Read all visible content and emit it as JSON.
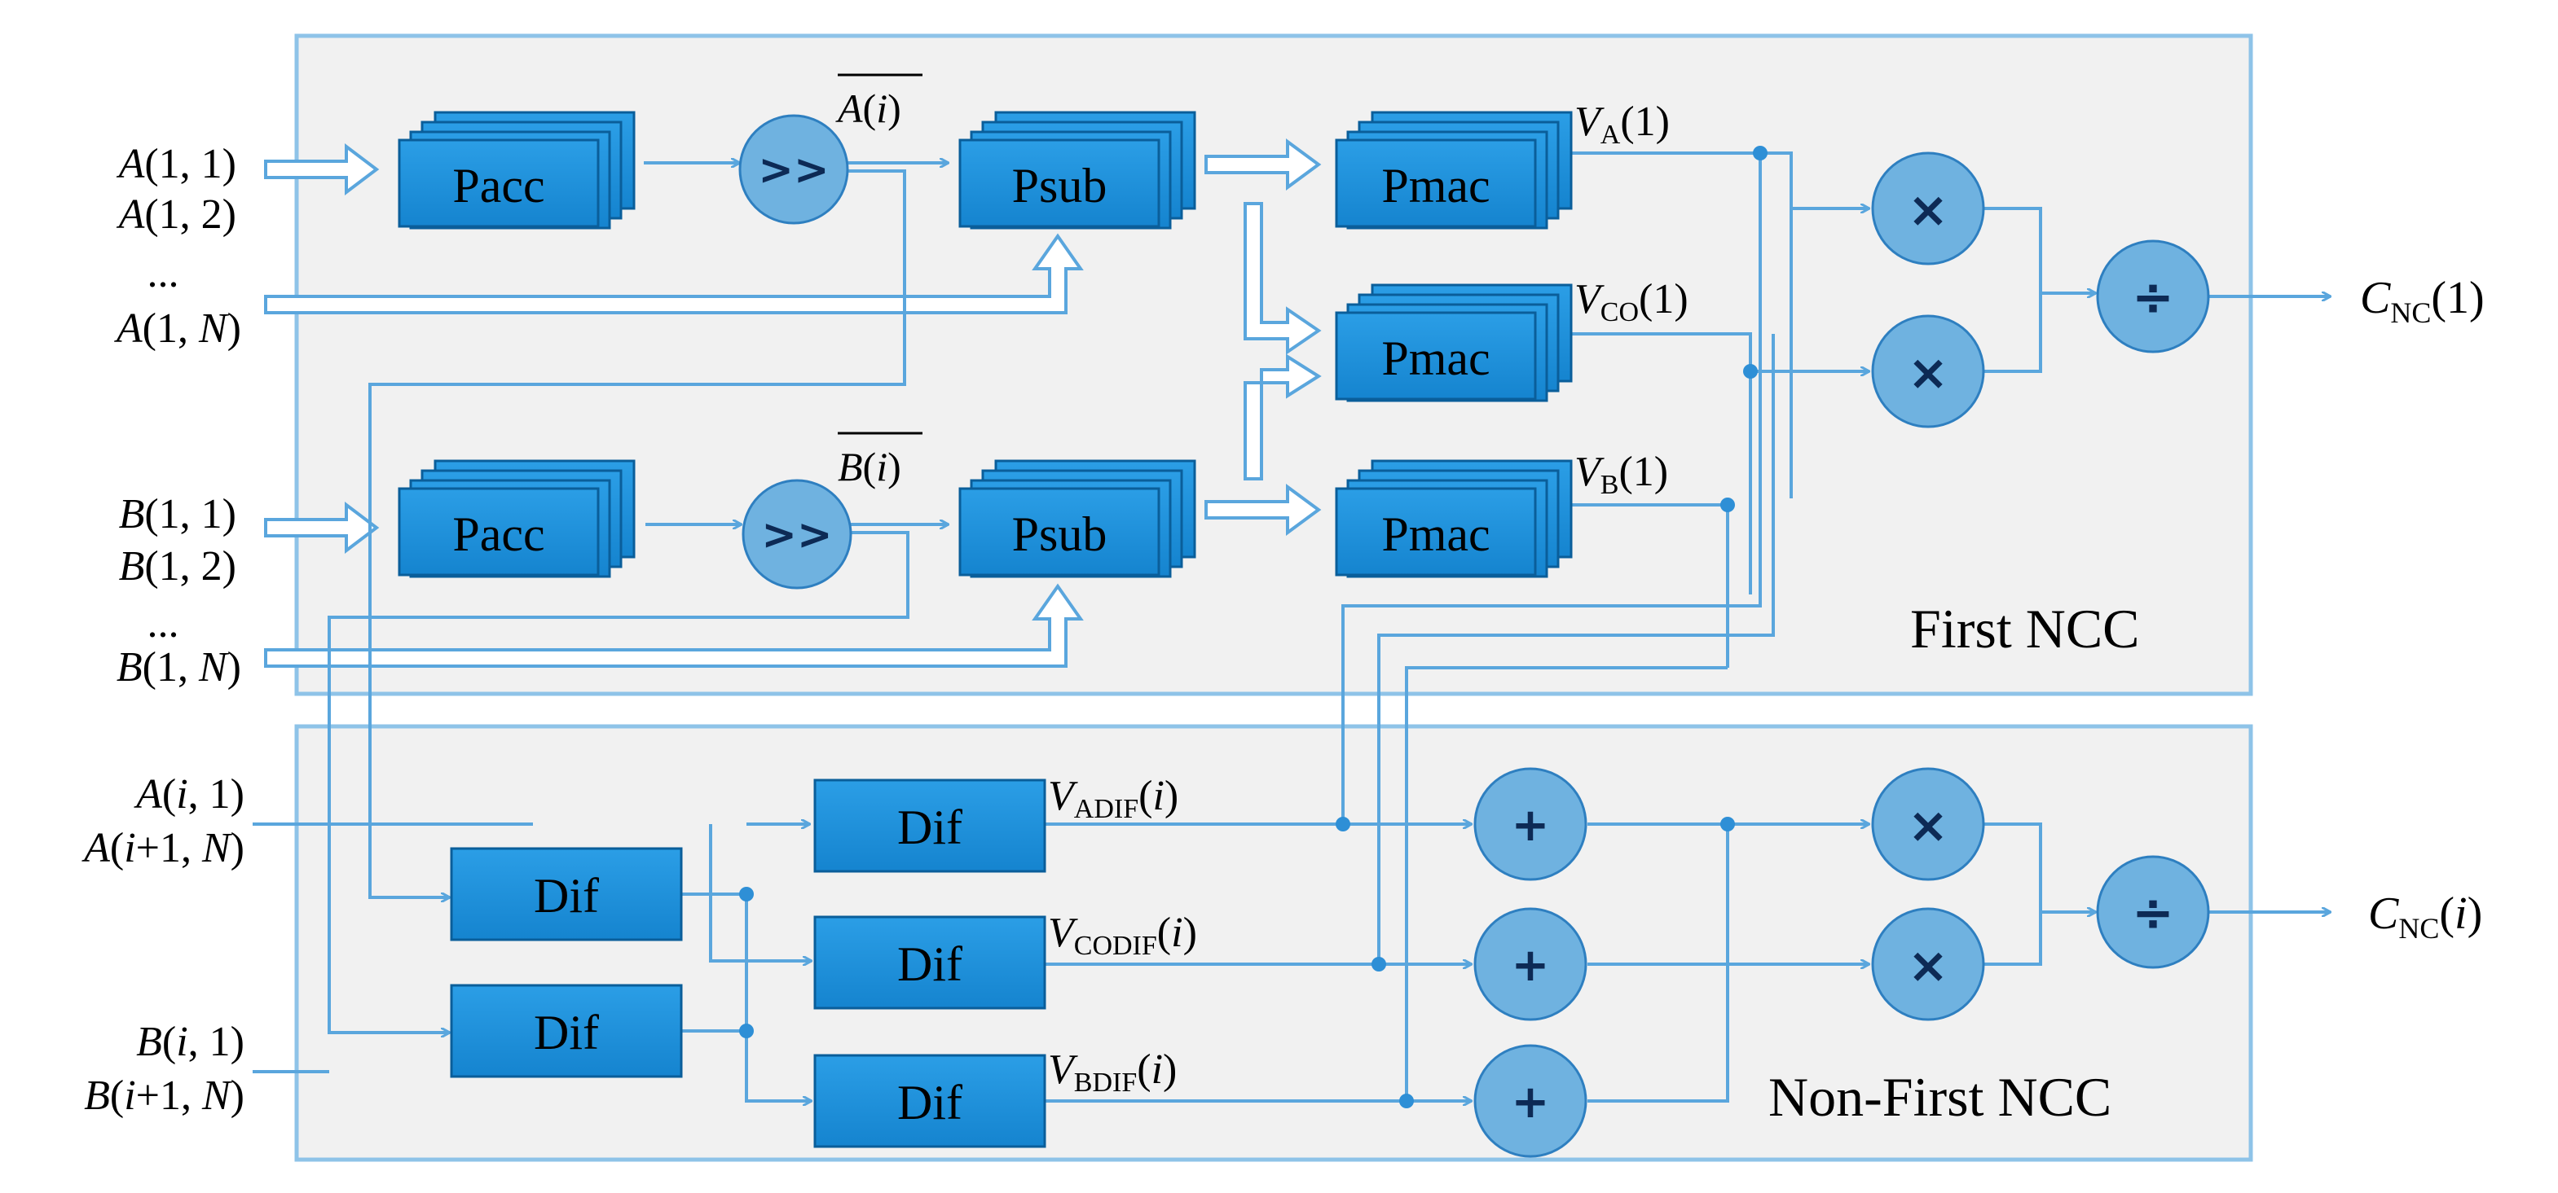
{
  "sections": {
    "first": "First NCC",
    "nonfirst": "Non-First NCC"
  },
  "blocks": {
    "pacc": "Pacc",
    "psub": "Psub",
    "pmac": "Pmac",
    "dif": "Dif"
  },
  "operators": {
    "shift": ">>",
    "mul": "×",
    "div": "÷",
    "add": "+"
  },
  "inputs_a": {
    "a1": {
      "v": "A",
      "args": "(1, 1)"
    },
    "a2": {
      "v": "A",
      "args": "(1, 2)"
    },
    "aN": {
      "v": "A",
      "args": "(1, ",
      "n": "N",
      "close": ")"
    }
  },
  "inputs_b": {
    "b1": {
      "v": "B",
      "args": "(1, 1)"
    },
    "b2": {
      "v": "B",
      "args": "(1, 2)"
    },
    "bN": {
      "v": "B",
      "args": "(1, ",
      "n": "N",
      "close": ")"
    }
  },
  "ellipsis": "...",
  "mean_a": {
    "v": "A",
    "args": "(",
    "i": "i",
    "close": ")"
  },
  "mean_b": {
    "v": "B",
    "args": "(",
    "i": "i",
    "close": ")"
  },
  "vlabels": {
    "va": {
      "v": "V",
      "sub": "A",
      "arg": "(1)"
    },
    "vco": {
      "v": "V",
      "sub": "CO",
      "arg": "(1)"
    },
    "vb": {
      "v": "V",
      "sub": "B",
      "arg": "(1)"
    },
    "vadif": {
      "v": "V",
      "sub": "ADIF",
      "open": "(",
      "i": "i",
      "close": ")"
    },
    "vcodif": {
      "v": "V",
      "sub": "CODIF",
      "open": "(",
      "i": "i",
      "close": ")"
    },
    "vbdif": {
      "v": "V",
      "sub": "BDIF",
      "open": "(",
      "i": "i",
      "close": ")"
    }
  },
  "nonfirst_inputs": {
    "ai1": {
      "v": "A",
      "open": "(",
      "i": "i",
      "rest": ", 1)"
    },
    "ai1N": {
      "v": "A",
      "open": "(",
      "i": "i",
      "mid": "+1, ",
      "n": "N",
      "close": ")"
    },
    "bi1": {
      "v": "B",
      "open": "(",
      "i": "i",
      "rest": ", 1)"
    },
    "bi1N": {
      "v": "B",
      "open": "(",
      "i": "i",
      "mid": "+1, ",
      "n": "N",
      "close": ")"
    }
  },
  "outputs": {
    "cnc1": {
      "v": "C",
      "sub": "NC",
      "arg": "(1)"
    },
    "cnci": {
      "v": "C",
      "sub": "NC",
      "open": "(",
      "i": "i",
      "close": ")"
    }
  }
}
